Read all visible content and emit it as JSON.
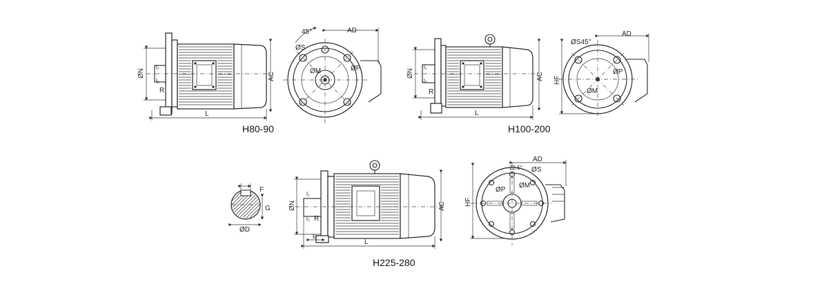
{
  "captions": {
    "h80_90": "H80-90",
    "h100_200": "H100-200",
    "h225_280": "H225-280"
  },
  "dim": {
    "ad": "AD",
    "ac": "AC",
    "hf": "HF",
    "l": "L",
    "r": "R",
    "on": "ØN",
    "os": "ØS",
    "om": "ØM",
    "op": "ØP",
    "od": "ØD",
    "f": "F",
    "g": "G",
    "l1": "l₁",
    "e": "E",
    "ang45": "45°",
    "ang225": "22.5°",
    "s45": "ØS45°"
  }
}
